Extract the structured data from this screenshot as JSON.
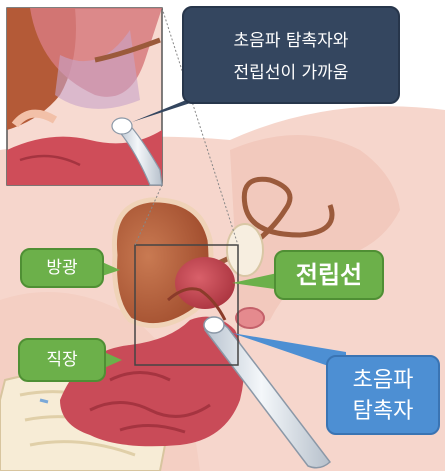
{
  "callouts": {
    "probe_near_line1": "초음파 탐촉자와",
    "probe_near_line2": "전립선이 가까움",
    "bladder": "방광",
    "prostate": "전립선",
    "rectum": "직장",
    "probe_line1": "초음파",
    "probe_line2": "탐촉자"
  },
  "colors": {
    "dark_callout": "#34465f",
    "green_callout": "#6cb04a",
    "blue_callout": "#4d8fd3",
    "skin": "#f6d3c8",
    "bladder": "#b9603a",
    "prostate": "#c2444f",
    "rectum": "#c64552",
    "probe": "#e8edf3"
  }
}
